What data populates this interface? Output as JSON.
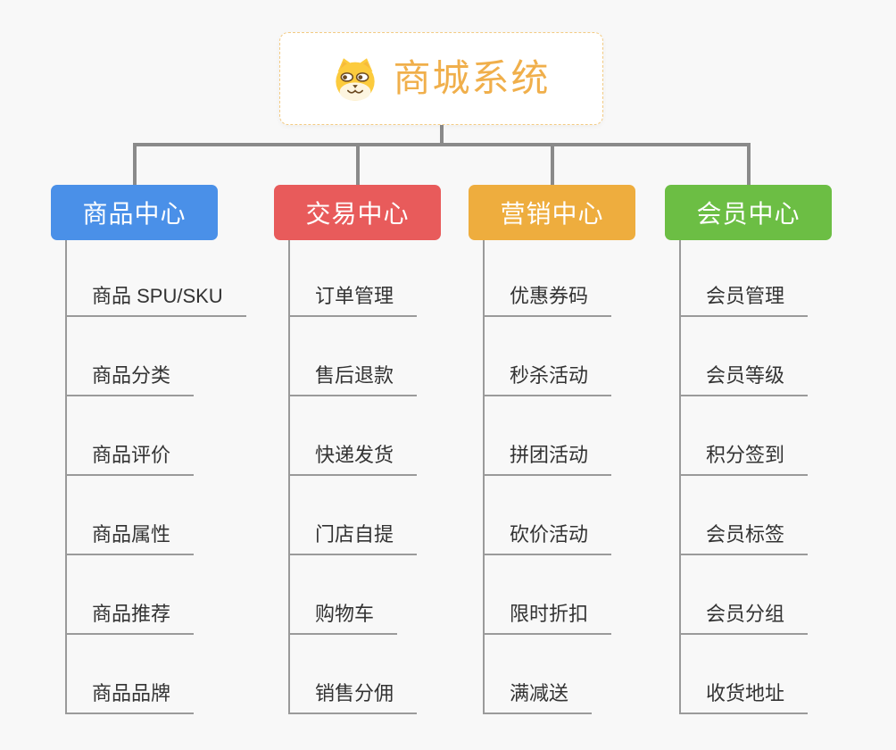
{
  "root": {
    "title": "商城系统",
    "icon": "doge-icon",
    "title_color": "#F0AF4B",
    "border_color": "#F3CB83"
  },
  "colors": {
    "background": "#F8F8F8",
    "connector": "#8A8A8A",
    "leaf_line": "#9A9A9A",
    "leaf_text": "#333333"
  },
  "branches": [
    {
      "label": "商品中心",
      "color": "#4A90E8",
      "items": [
        "商品 SPU/SKU",
        "商品分类",
        "商品评价",
        "商品属性",
        "商品推荐",
        "商品品牌"
      ]
    },
    {
      "label": "交易中心",
      "color": "#E85B5B",
      "items": [
        "订单管理",
        "售后退款",
        "快递发货",
        "门店自提",
        "购物车",
        "销售分佣"
      ]
    },
    {
      "label": "营销中心",
      "color": "#EEAD3E",
      "items": [
        "优惠券码",
        "秒杀活动",
        "拼团活动",
        "砍价活动",
        "限时折扣",
        "满减送"
      ]
    },
    {
      "label": "会员中心",
      "color": "#6CBE44",
      "items": [
        "会员管理",
        "会员等级",
        "积分签到",
        "会员标签",
        "会员分组",
        "收货地址"
      ]
    }
  ]
}
